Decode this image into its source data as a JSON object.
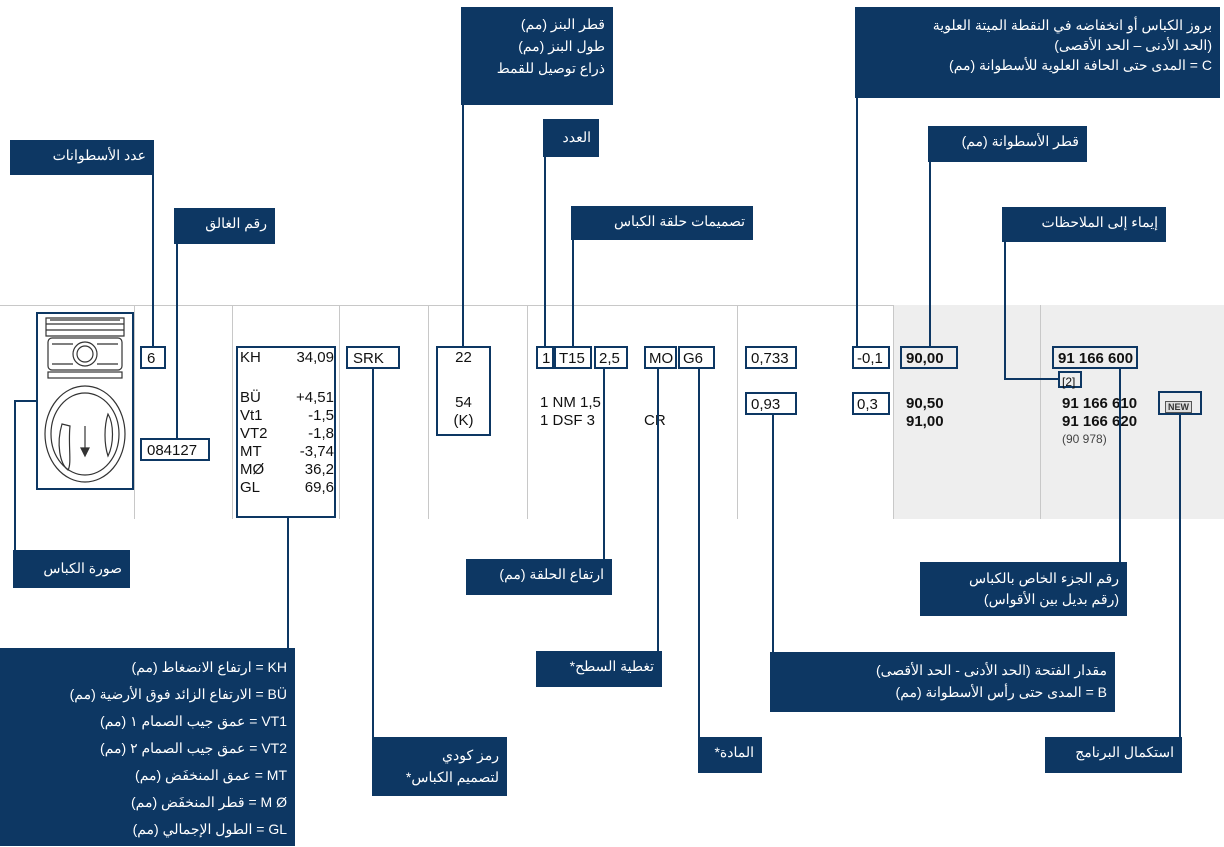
{
  "colors": {
    "label_bg": "#0d3763",
    "label_text": "#ffffff",
    "accent_box": "#0d3763"
  },
  "labels": {
    "cylinders": "عدد الأسطوانات",
    "closure_no": "رقم الغالق",
    "pin": [
      "قطر البنز (مم)",
      "طول البنز (مم)",
      "ذراع توصيل للقمط"
    ],
    "count": "العدد",
    "ring_designs": "تصميمات حلقة الكباس",
    "protrusion": [
      "بروز الكباس أو انخفاضه في النقطة الميتة العلوية",
      "(الحد الأدنى – الحد الأقصى)",
      "C = المدى حتى الحافة العلوية للأسطوانة (مم)"
    ],
    "cyl_diameter": "قطر الأسطوانة (مم)",
    "notes_ref": "إيماء إلى الملاحظات",
    "piston_image": "صورة الكباس",
    "ring_height": "ارتفاع الحلقة (مم)",
    "part_no": [
      "رقم الجزء الخاص بالكباس",
      "(رقم بديل بين الأقواس)"
    ],
    "dims_legend": [
      "KH   = ارتفاع الانضغاط (مم)",
      "BÜ   = الارتفاع الزائد فوق الأرضية (مم)",
      "VT1 = عمق جيب الصمام ١ (مم)",
      "VT2 = عمق جيب الصمام ٢ (مم)",
      "MT   = عمق المنخفَض (مم)",
      "M Ø = قطر المنخفَض (مم)",
      "GL   = الطول الإجمالي (مم)"
    ],
    "surface": "تغطية السطح*",
    "clearance": [
      "مقدار الفتحة (الحد الأدنى - الحد الأقصى)",
      "B = المدى حتى رأس الأسطوانة (مم)"
    ],
    "code": [
      "رمز كودي",
      "لتصميم الكباس*"
    ],
    "material": "المادة*",
    "program": "استكمال البرنامج"
  },
  "table": {
    "cylinders": "6",
    "closure_no": "084127",
    "dims": [
      {
        "key": "KH",
        "val": "34,09"
      },
      {
        "key": "BÜ",
        "val": "+4,51"
      },
      {
        "key": "Vt1",
        "val": "-1,5"
      },
      {
        "key": "VT2",
        "val": "-1,8"
      },
      {
        "key": "MT",
        "val": "-3,74"
      },
      {
        "key": "MØ",
        "val": "36,2"
      },
      {
        "key": "GL",
        "val": "69,6"
      }
    ],
    "code": "SRK",
    "pin_diameter": "22",
    "pin_length": "54",
    "pin_conrod": "(K)",
    "ring_count": "1",
    "ring_type": "T15",
    "ring_height": "2,5",
    "surface": "MO",
    "material": "G6",
    "ring2": "1 NM  1,5",
    "ring3": "1 DSF 3",
    "ring3_surface": "CR",
    "clearance_min": "0,733",
    "clearance_max": "0,93",
    "protrusion_min": "-0,1",
    "protrusion_max": "0,3",
    "diameters": [
      "90,00",
      "90,50",
      "91,00"
    ],
    "parts": [
      "91 166 600",
      "91 166 610",
      "91 166 620"
    ],
    "note_ref": "[2]",
    "alt_part": "(90 978)",
    "new_badge": "NEW"
  }
}
